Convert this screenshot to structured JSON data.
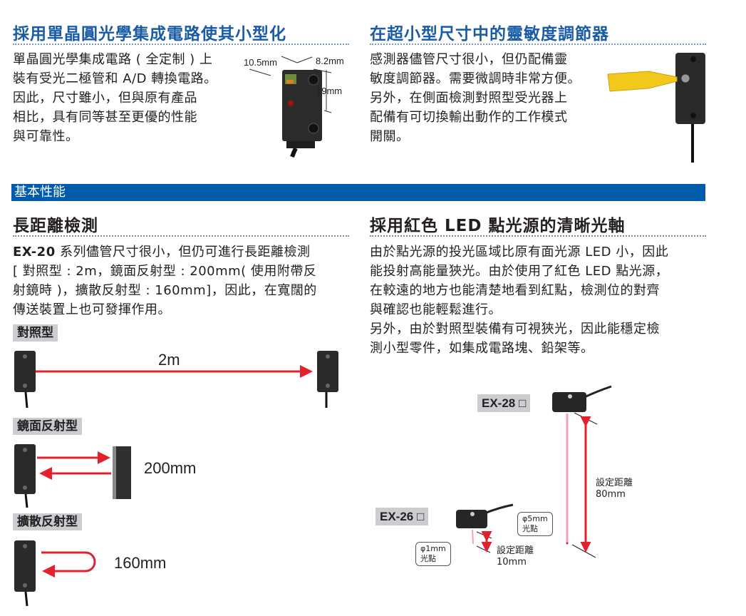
{
  "section1": {
    "title": "採用單晶圓光學集成電路使其小型化",
    "lines": [
      "單晶圓光學集成電路 ( 全定制 ) 上",
      "裝有受光二極管和 A/D 轉換電路。",
      "因此，尺寸雖小，但與原有產品",
      "相比，具有同等甚至更優的性能",
      "與可靠性。"
    ],
    "dims": {
      "depth": "10.5mm",
      "width": "8.2mm",
      "height": "19mm"
    }
  },
  "section2": {
    "title": "在超小型尺寸中的靈敏度調節器",
    "lines": [
      "感測器儘管尺寸很小，但仍配備靈",
      "敏度調節器。需要微調時非常方便。",
      "另外，在側面檢測對照型受光器上",
      "配備有可切換輸出動作的工作模式",
      "開關。"
    ]
  },
  "band": {
    "label": "基本性能"
  },
  "section3": {
    "title": "長距離檢測",
    "model": "EX-20",
    "lines": [
      "系列儘管尺寸很小，但仍可進行長距離檢測",
      "[ 對照型 : 2m，鏡面反射型 : 200mm( 使用附帶反",
      "射鏡時 )，擴散反射型 : 160mm]，因此，在寬闊的",
      "傳送裝置上也可發揮作用。"
    ],
    "types": [
      {
        "label": "對照型",
        "distance": "2m"
      },
      {
        "label": "鏡面反射型",
        "distance": "200mm"
      },
      {
        "label": "擴散反射型",
        "distance": "160mm"
      }
    ]
  },
  "section4": {
    "title": "採用紅色 LED 點光源的清晰光軸",
    "lines": [
      "由於點光源的投光區域比原有面光源 LED 小，因此",
      "能投射高能量狹光。由於使用了紅色 LED 點光源，",
      "在較遠的地方也能清楚地看到紅點，檢測位的對齊",
      "與確認也能輕鬆進行。",
      "另外，由於對照型裝備有可視狹光，因此能穩定檢",
      "測小型零件，如集成電路塊、鉛架等。"
    ],
    "diagram": {
      "ex28": {
        "model": "EX-28 □",
        "spot": "φ5mm",
        "spot_label": "光點",
        "dist_label": "設定距離",
        "dist": "80mm"
      },
      "ex26": {
        "model": "EX-26 □",
        "spot": "φ1mm",
        "spot_label": "光點",
        "dist_label": "設定距離",
        "dist": "10mm"
      }
    }
  },
  "colors": {
    "heading_blue": "#1a5ba6",
    "band_blue": "#005bab",
    "arrow_red": "#e4202e",
    "tag_gray": "#cccdd1"
  }
}
